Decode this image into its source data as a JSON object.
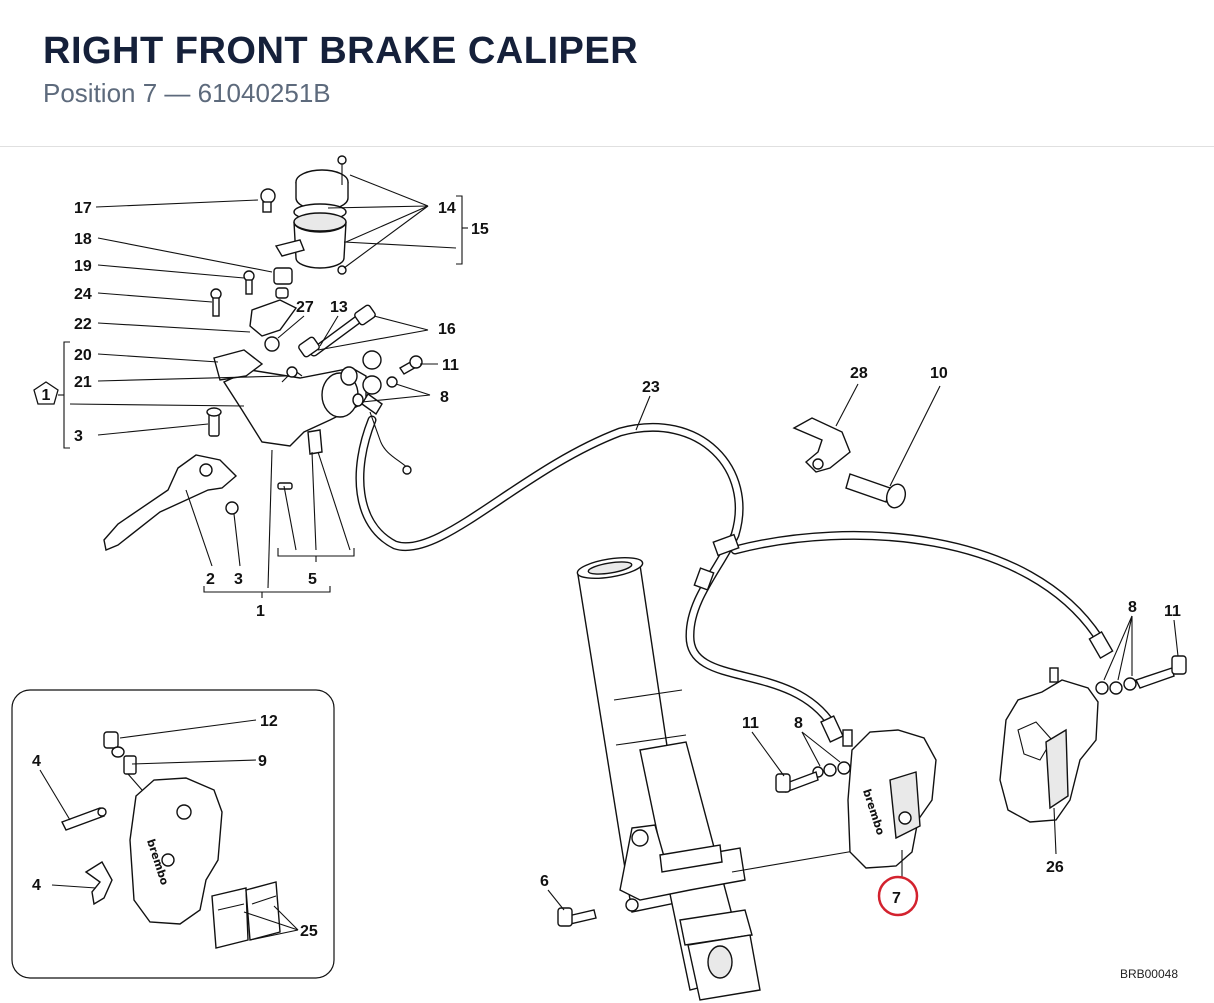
{
  "header": {
    "title": "RIGHT FRONT BRAKE CALIPER",
    "subtitle": "Position 7 — 61040251B"
  },
  "diagram": {
    "drawing_code": "BRB00048",
    "highlight_color": "#d3222e",
    "highlighted_label": "7",
    "labels": {
      "p17": "17",
      "p18": "18",
      "p19": "19",
      "p24": "24",
      "p22": "22",
      "p20": "20",
      "p21": "21",
      "p3a": "3",
      "p1group": "1",
      "p14": "14",
      "p15": "15",
      "p27": "27",
      "p13": "13",
      "p16": "16",
      "p11a": "11",
      "p8a": "8",
      "p2": "2",
      "p3b": "3",
      "p5": "5",
      "p1": "1",
      "p23": "23",
      "p28": "28",
      "p10": "10",
      "p8b": "8",
      "p11b": "11",
      "p11c": "11",
      "p8c": "8",
      "p26": "26",
      "p6": "6",
      "p7": "7",
      "p12": "12",
      "p9": "9",
      "p4a": "4",
      "p4b": "4",
      "p25": "25"
    }
  }
}
